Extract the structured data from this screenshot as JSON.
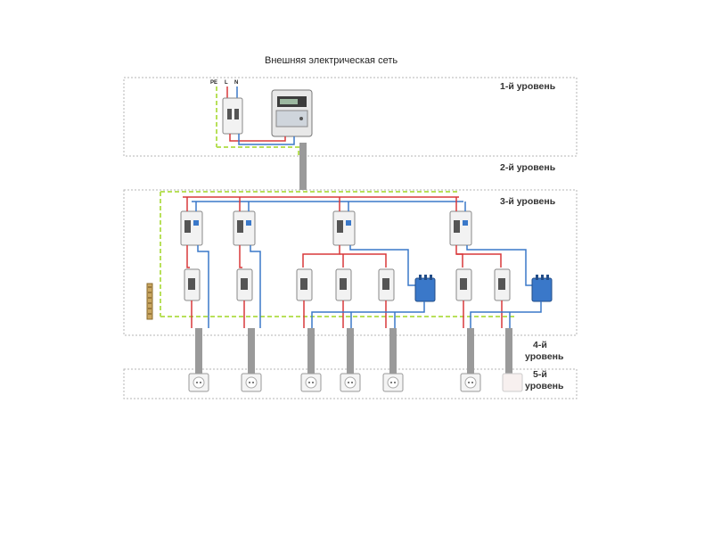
{
  "diagram": {
    "title": "Внешняя электрическая сеть",
    "levels": {
      "level1": "1-й уровень",
      "level2": "2-й уровень",
      "level3": "3-й уровень",
      "level4_a": "4-й",
      "level4_b": "уровень",
      "level5_a": "5-й",
      "level5_b": "уровень"
    },
    "input_labels": {
      "pe": "PE",
      "l": "L",
      "n": "N"
    },
    "components": {
      "rcd_count": 4,
      "breaker_count": 7,
      "socket_count": 7,
      "n_bus_count": 2,
      "pe_bus_count": 1
    },
    "colors": {
      "phase": "#d9383a",
      "neutral": "#3a78c9",
      "earth": "#b8e05a",
      "frame": "#b0b0b0",
      "cable": "#9a9a9a"
    }
  }
}
